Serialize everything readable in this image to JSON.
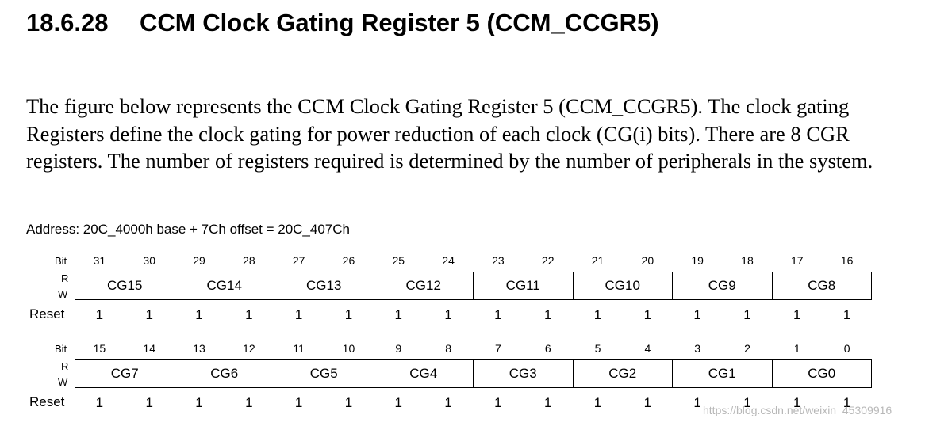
{
  "section": {
    "number": "18.6.28",
    "title": "CCM Clock Gating Register 5 (CCM_CCGR5)"
  },
  "description": "The figure below represents the CCM Clock Gating Register 5 (CCM_CCGR5). The clock gating Registers define the clock gating for power reduction of each clock (CG(i) bits). There are 8 CGR registers. The number of registers required is determined by the number of peripherals in the system.",
  "address": "Address: 20C_4000h base + 7Ch offset = 20C_407Ch",
  "labels": {
    "bit": "Bit",
    "read": "R",
    "write": "W",
    "reset": "Reset"
  },
  "registers": [
    {
      "bits": [
        "31",
        "30",
        "29",
        "28",
        "27",
        "26",
        "25",
        "24",
        "23",
        "22",
        "21",
        "20",
        "19",
        "18",
        "17",
        "16"
      ],
      "fields": [
        "CG15",
        "CG14",
        "CG13",
        "CG12",
        "CG11",
        "CG10",
        "CG9",
        "CG8"
      ],
      "reset": [
        "1",
        "1",
        "1",
        "1",
        "1",
        "1",
        "1",
        "1",
        "1",
        "1",
        "1",
        "1",
        "1",
        "1",
        "1",
        "1"
      ]
    },
    {
      "bits": [
        "15",
        "14",
        "13",
        "12",
        "11",
        "10",
        "9",
        "8",
        "7",
        "6",
        "5",
        "4",
        "3",
        "2",
        "1",
        "0"
      ],
      "fields": [
        "CG7",
        "CG6",
        "CG5",
        "CG4",
        "CG3",
        "CG2",
        "CG1",
        "CG0"
      ],
      "reset": [
        "1",
        "1",
        "1",
        "1",
        "1",
        "1",
        "1",
        "1",
        "1",
        "1",
        "1",
        "1",
        "1",
        "1",
        "1",
        "1"
      ]
    }
  ],
  "watermark": "https://blog.csdn.net/weixin_45309916"
}
